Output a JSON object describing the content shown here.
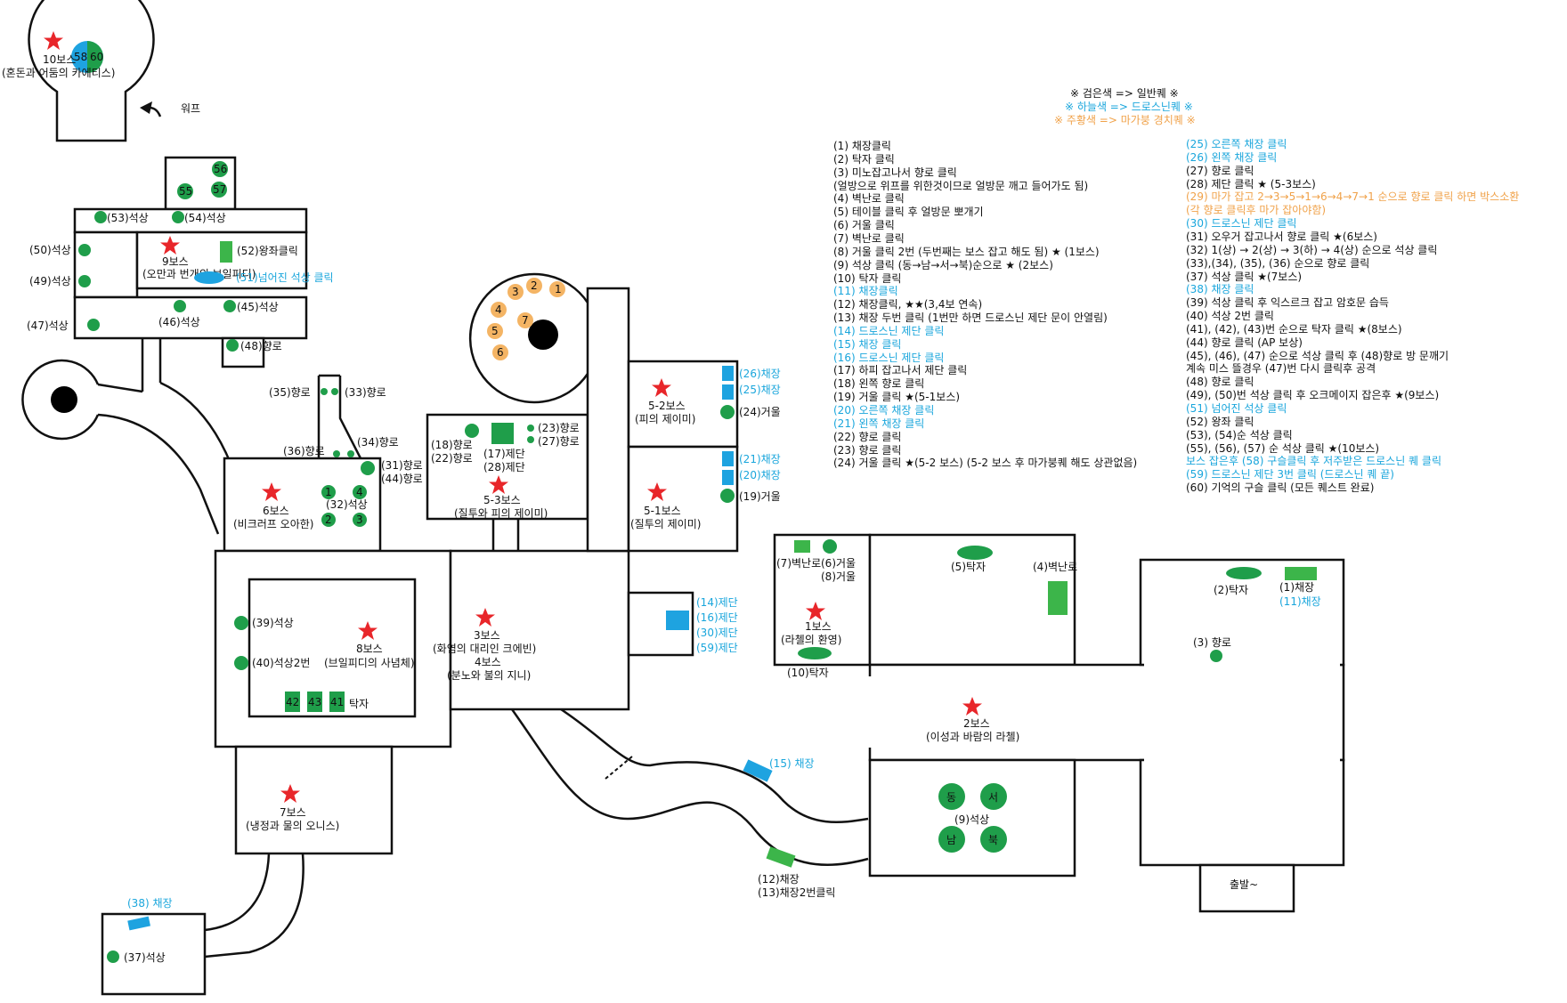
{
  "legend_header": {
    "black": "※ 검은색 => 일반퀘 ※",
    "blue": "※ 하늘색 => 드로스닌퀘 ※",
    "orange": "※ 주황색 => 마가붕 경치퀘 ※"
  },
  "steps_left": [
    {
      "text": "(1) 채장클릭",
      "color": "black"
    },
    {
      "text": "(2) 탁자 클릭",
      "color": "black"
    },
    {
      "text": "(3) 미노잡고나서 향로 클릭",
      "color": "black"
    },
    {
      "text": "    (얼방으로 위프를 위한것이므로 얼방문 깨고 들어가도 됨)",
      "color": "black"
    },
    {
      "text": "(4) 벽난로 클릭",
      "color": "black"
    },
    {
      "text": "(5) 테이블 클릭 후 얼방문 뽀개기",
      "color": "black"
    },
    {
      "text": "(6) 거울 클릭",
      "color": "black"
    },
    {
      "text": "(7) 벽난로 클릭",
      "color": "black"
    },
    {
      "text": "(8) 거울 클릭 2번 (두번째는 보스 잡고 해도 됨) ★ (1보스)",
      "color": "black"
    },
    {
      "text": "(9) 석상 클릭 (동→남→서→북)순으로 ★ (2보스)",
      "color": "black"
    },
    {
      "text": "(10) 탁자 클릭",
      "color": "black"
    },
    {
      "text": "(11) 채장클릭",
      "color": "blue"
    },
    {
      "text": "(12) 채장클릭, ★★(3,4보 연속)",
      "color": "black"
    },
    {
      "text": "(13) 채장 두번 클릭 (1번만 하면 드로스닌 제단 문이 안열림)",
      "color": "black"
    },
    {
      "text": "(14) 드로스닌 제단 클릭",
      "color": "blue"
    },
    {
      "text": "(15) 채장 클릭",
      "color": "blue"
    },
    {
      "text": "(16) 드로스닌 제단 클릭",
      "color": "blue"
    },
    {
      "text": "(17) 하피 잡고나서 제단 클릭",
      "color": "black"
    },
    {
      "text": "(18) 왼쪽 향로 클릭",
      "color": "black"
    },
    {
      "text": "(19) 거울 클릭 ★(5-1보스)",
      "color": "black"
    },
    {
      "text": "(20) 오른쪽 채장 클릭",
      "color": "blue"
    },
    {
      "text": "(21) 왼쪽 채장 클릭",
      "color": "blue"
    },
    {
      "text": "(22) 향로 클릭",
      "color": "black"
    },
    {
      "text": "(23) 향로 클릭",
      "color": "black"
    },
    {
      "text": "(24) 거울 클릭 ★(5-2 보스) (5-2 보스 후 마가붕퀘 해도 상관없음)",
      "color": "black"
    }
  ],
  "steps_right": [
    {
      "text": "(25) 오른쪽 채장 클릭",
      "color": "blue"
    },
    {
      "text": "(26) 왼쪽 채장 클릭",
      "color": "blue"
    },
    {
      "text": "(27) 향로 클릭",
      "color": "black"
    },
    {
      "text": "(28) 제단 클릭 ★ (5-3보스)",
      "color": "black"
    },
    {
      "text": "(29) 마가 잡고 2→3→5→1→6→4→7→1 순으로 향로 클릭 하면 박스소환",
      "color": "orange"
    },
    {
      "text": "    (각 향로 클릭후 마가 잡아야함)",
      "color": "orange"
    },
    {
      "text": "(30) 드로스닌 제단 클릭",
      "color": "blue"
    },
    {
      "text": "(31) 오우거 잡고나서 향로 클릭 ★(6보스)",
      "color": "black"
    },
    {
      "text": "(32) 1(상) → 2(상) → 3(하) → 4(상) 순으로 석상 클릭",
      "color": "black"
    },
    {
      "text": "(33),(34), (35), (36) 순으로 향로 클릭",
      "color": "black"
    },
    {
      "text": "(37) 석상 클릭 ★(7보스)",
      "color": "black"
    },
    {
      "text": "(38) 채장 클릭",
      "color": "blue"
    },
    {
      "text": "(39) 석상 클릭 후 익스르크 잡고 암호문 습득",
      "color": "black"
    },
    {
      "text": "(40) 석상 2번 클릭",
      "color": "black"
    },
    {
      "text": "(41), (42), (43)번 순으로 탁자 클릭 ★(8보스)",
      "color": "black"
    },
    {
      "text": "(44) 향로 클릭 (AP 보상)",
      "color": "black"
    },
    {
      "text": "(45), (46), (47) 순으로 석상 클릭 후 (48)향로 방 문깨기",
      "color": "black"
    },
    {
      "text": "    계속 미스 뜰경우 (47)번 다시 클릭후 공격",
      "color": "black"
    },
    {
      "text": "(48) 향로 클릭",
      "color": "black"
    },
    {
      "text": "(49), (50)번 석상 클릭 후 오크메이지 잡은후 ★(9보스)",
      "color": "black"
    },
    {
      "text": "(51) 넘어진 석상 클릭",
      "color": "blue"
    },
    {
      "text": "(52) 왕좌 클릭",
      "color": "black"
    },
    {
      "text": "(53), (54)순 석상 클릭",
      "color": "black"
    },
    {
      "text": "(55), (56), (57) 순 석상 클릭 ★(10보스)",
      "color": "black"
    },
    {
      "text": "보스 잡은후 (58) 구슬클릭 후 저주받은 드로스닌 퀘 클릭",
      "color": "blue"
    },
    {
      "text": "(59) 드로스닌 제단 3번 클릭 (드로스닌 퀘 끝)",
      "color": "blue"
    },
    {
      "text": "(60) 기억의 구슬 클릭 (모든 퀘스트 완료)",
      "color": "black"
    }
  ],
  "map_labels": {
    "boss10": "10보스",
    "boss10_name": "(혼돈과 어둠의 카에티스)",
    "orb58": "58",
    "orb60": "60",
    "warp": "워프",
    "boss9": "9보스",
    "boss9_name": "(오만과 번개의 브일피디)",
    "boss8": "8보스",
    "boss8_name": "(브일피디의 사념체)",
    "boss7": "7보스",
    "boss7_name": "(냉정과 물의 오니스)",
    "boss6": "6보스",
    "boss6_name": "(비크러프 오아한)",
    "boss53": "5-3보스",
    "boss53_name": "(질투와 피의 제이미)",
    "boss52": "5-2보스",
    "boss52_name": "(피의 제이미)",
    "boss51": "5-1보스",
    "boss51_name": "(질투의 제이미)",
    "boss3": "3보스",
    "boss3_name": "(화염의 대리인 크에빈)",
    "boss4": "4보스",
    "boss4_name": "(분노와 불의 지니)",
    "boss1": "1보스",
    "boss1_name": "(라첼의 환영)",
    "boss2": "2보스",
    "boss2_name": "(이성과 바람의 라첼)",
    "start": "출발~",
    "l53": "(53)석상",
    "l54": "(54)석상",
    "l52": "(52)왕좌클릭",
    "l50": "(50)석상",
    "l49": "(49)석상",
    "l51": "(51)넘어진 석상 클릭",
    "l47": "(47)석상",
    "l46": "(46)석상",
    "l45": "(45)석상",
    "l48": "(48)향로",
    "l35": "(35)향로",
    "l33": "(33)향로",
    "l34": "(34)향로",
    "l36": "(36)향로",
    "l31": "(31)향로",
    "l44": "(44)향로",
    "l32": "(32)석상",
    "l18": "(18)향로",
    "l22": "(22)향로",
    "l17": "(17)제단",
    "l28": "(28)제단",
    "l23": "(23)향로",
    "l27": "(27)향로",
    "l26": "(26)채장",
    "l25": "(25)채장",
    "l24": "(24)거울",
    "l21": "(21)채장",
    "l20": "(20)채장",
    "l19": "(19)거울",
    "l14": "(14)제단",
    "l16": "(16)제단",
    "l30": "(30)제단",
    "l59": "(59)제단",
    "l39": "(39)석상",
    "l40": "(40)석상2번",
    "t42": "42",
    "t43": "43",
    "t41": "41",
    "tak": "탁자",
    "l38": "(38) 채장",
    "l37": "(37)석상",
    "l15": "(15) 채장",
    "l12": "(12)채장",
    "l13": "(13)채장2번클릭",
    "l7": "(7)벽난로",
    "l6": "(6)거울",
    "l8": "(8)거울",
    "l10": "(10)탁자",
    "l5": "(5)탁자",
    "l4": "(4)벽난로",
    "l2": "(2)탁자",
    "l1": "(1)채장",
    "l11": "(11)채장",
    "l3": "(3) 향로",
    "l9": "(9)석상",
    "d_e": "동",
    "d_w": "서",
    "d_s": "남",
    "d_n": "북",
    "s55": "55",
    "s56": "56",
    "s57": "57",
    "b1": "1",
    "b2": "2",
    "b3": "3",
    "b4": "4",
    "o1": "1",
    "o2": "2",
    "o3": "3",
    "o4": "4",
    "o5": "5",
    "o6": "6",
    "o7": "7"
  },
  "colors": {
    "star": "#e8262a",
    "statue": "#1f9e4a",
    "altar": "#3cb54a",
    "chest": "#1ea3e0",
    "brazier_orange": "#f4b464",
    "hole": "#000000"
  }
}
